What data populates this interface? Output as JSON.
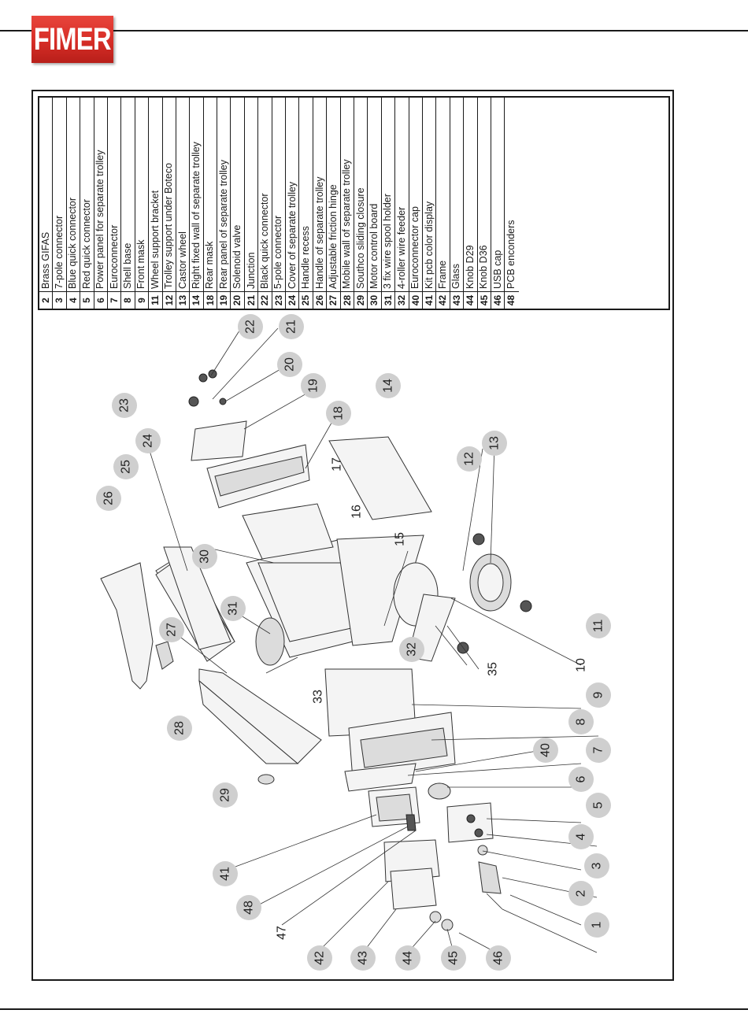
{
  "brand": {
    "logo_text": "FIMER",
    "color": "#d62d26"
  },
  "parts_table": [
    {
      "num": "2",
      "desc": "Brass GIFAS"
    },
    {
      "num": "3",
      "desc": "7-pole connector"
    },
    {
      "num": "4",
      "desc": "Blue quick connector"
    },
    {
      "num": "5",
      "desc": "Red quick connector"
    },
    {
      "num": "6",
      "desc": "Power panel for separate trolley"
    },
    {
      "num": "7",
      "desc": "Euroconnector"
    },
    {
      "num": "8",
      "desc": "Shell base"
    },
    {
      "num": "9",
      "desc": "Front mask"
    },
    {
      "num": "11",
      "desc": "Wheel support bracket"
    },
    {
      "num": "12",
      "desc": "Trolley support under Boteco"
    },
    {
      "num": "13",
      "desc": "Castor wheel"
    },
    {
      "num": "14",
      "desc": "Right fixed wall of separate trolley"
    },
    {
      "num": "18",
      "desc": "Rear mask"
    },
    {
      "num": "19",
      "desc": "Rear panel of separate trolley"
    },
    {
      "num": "20",
      "desc": "Solenoid valve"
    },
    {
      "num": "21",
      "desc": "Junction"
    },
    {
      "num": "22",
      "desc": "Black quick connector"
    },
    {
      "num": "23",
      "desc": "5-pole connector"
    },
    {
      "num": "24",
      "desc": "Cover of separate trolley"
    },
    {
      "num": "25",
      "desc": "Handle recess"
    },
    {
      "num": "26",
      "desc": "Handle of separate trolley"
    },
    {
      "num": "27",
      "desc": "Adjustable friction hinge"
    },
    {
      "num": "28",
      "desc": "Mobile wall of separate trolley"
    },
    {
      "num": "29",
      "desc": "Southco sliding closure"
    },
    {
      "num": "30",
      "desc": "Motor control board"
    },
    {
      "num": "31",
      "desc": "3 fix wire spool holder"
    },
    {
      "num": "32",
      "desc": "4-roller wire feeder"
    },
    {
      "num": "40",
      "desc": "Euroconnector cap"
    },
    {
      "num": "41",
      "desc": "Kit pcb color display"
    },
    {
      "num": "42",
      "desc": "Frame"
    },
    {
      "num": "43",
      "desc": "Glass"
    },
    {
      "num": "44",
      "desc": "Knob D29"
    },
    {
      "num": "45",
      "desc": "Knob D36"
    },
    {
      "num": "46",
      "desc": "USB cap"
    },
    {
      "num": "48",
      "desc": "PCB enconders"
    }
  ],
  "callouts": [
    {
      "label": "1",
      "circle": true
    },
    {
      "label": "2",
      "circle": true
    },
    {
      "label": "3",
      "circle": true
    },
    {
      "label": "4",
      "circle": true
    },
    {
      "label": "5",
      "circle": true
    },
    {
      "label": "6",
      "circle": true
    },
    {
      "label": "7",
      "circle": true
    },
    {
      "label": "8",
      "circle": true
    },
    {
      "label": "9",
      "circle": true
    },
    {
      "label": "10",
      "circle": false
    },
    {
      "label": "11",
      "circle": true
    },
    {
      "label": "12",
      "circle": true
    },
    {
      "label": "13",
      "circle": true
    },
    {
      "label": "14",
      "circle": true
    },
    {
      "label": "15",
      "circle": false
    },
    {
      "label": "16",
      "circle": false
    },
    {
      "label": "17",
      "circle": false
    },
    {
      "label": "18",
      "circle": true
    },
    {
      "label": "19",
      "circle": true
    },
    {
      "label": "20",
      "circle": true
    },
    {
      "label": "21",
      "circle": true
    },
    {
      "label": "22",
      "circle": true
    },
    {
      "label": "23",
      "circle": true
    },
    {
      "label": "24",
      "circle": true
    },
    {
      "label": "25",
      "circle": true
    },
    {
      "label": "26",
      "circle": true
    },
    {
      "label": "27",
      "circle": true
    },
    {
      "label": "28",
      "circle": true
    },
    {
      "label": "29",
      "circle": true
    },
    {
      "label": "30",
      "circle": true
    },
    {
      "label": "31",
      "circle": true
    },
    {
      "label": "32",
      "circle": true
    },
    {
      "label": "33",
      "circle": false
    },
    {
      "label": "35",
      "circle": false
    },
    {
      "label": "40",
      "circle": true
    },
    {
      "label": "41",
      "circle": true
    },
    {
      "label": "42",
      "circle": true
    },
    {
      "label": "43",
      "circle": true
    },
    {
      "label": "44",
      "circle": true
    },
    {
      "label": "45",
      "circle": true
    },
    {
      "label": "46",
      "circle": true
    },
    {
      "label": "47",
      "circle": false
    },
    {
      "label": "48",
      "circle": true
    }
  ]
}
